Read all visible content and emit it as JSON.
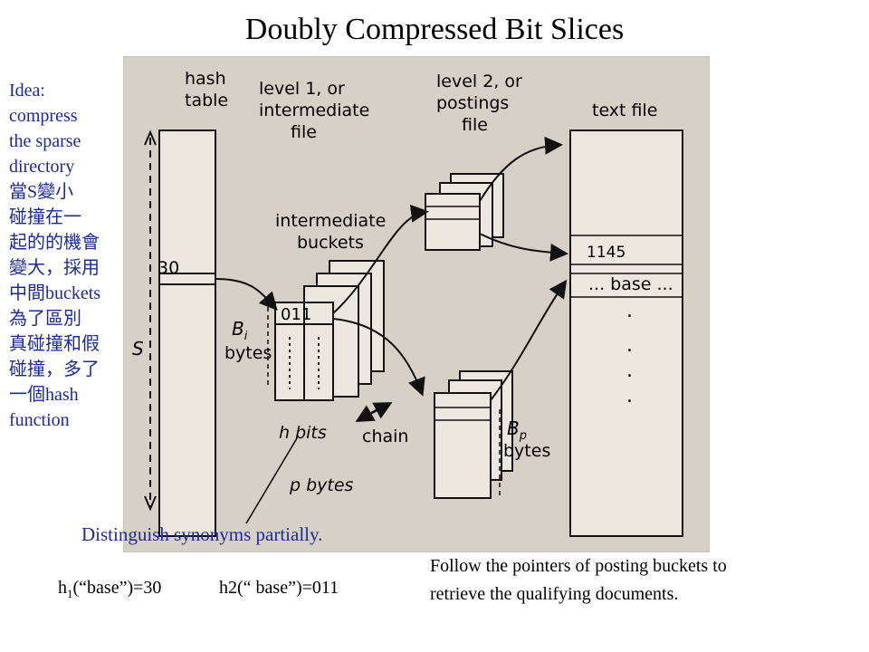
{
  "title": "Doubly Compressed Bit Slices",
  "idea_lines": [
    "Idea:",
    "compress",
    "the sparse",
    "directory",
    "當S變小",
    "碰撞在一",
    "起的的機會",
    "變大，採用",
    "中間buckets",
    "為了區別",
    "真碰撞和假",
    "碰撞，多了",
    "一個hash",
    "function"
  ],
  "figure": {
    "hash_table_label": [
      "hash",
      "table"
    ],
    "level1_label": [
      "level 1, or",
      "intermediate",
      "file"
    ],
    "level2_label": [
      "level 2, or",
      "postings",
      "file"
    ],
    "text_file_label": "text file",
    "intermediate_buckets_label": [
      "intermediate",
      "buckets"
    ],
    "value_30": "30",
    "s_label": "S",
    "bi_label": "B",
    "bi_sub": "i",
    "bi_bytes": "bytes",
    "code_011": "011",
    "h_bits": "h bits",
    "chain": "chain",
    "p_bytes": "p bytes",
    "bp_label": "B",
    "bp_sub": "p",
    "bp_bytes": "bytes",
    "num_1145": "1145",
    "base_label": "... base ...",
    "dots": "."
  },
  "distinguish_note": "Distinguish synonyms partially.",
  "h1_prefix": "h",
  "h1_sub": "1",
  "h1_rest": "(“base”)=30",
  "h2_text": "h2(“ base”)=011",
  "follow_text": "Follow the pointers of posting buckets to retrieve the qualifying documents."
}
